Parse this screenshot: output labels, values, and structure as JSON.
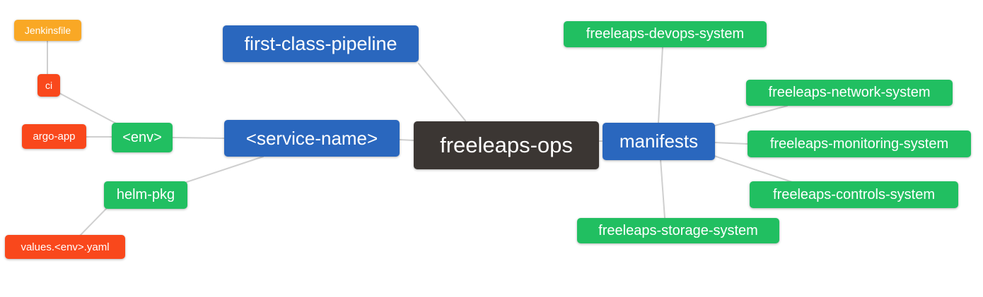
{
  "diagram": {
    "type": "mindmap",
    "root": "freeleaps-ops"
  },
  "palette": {
    "blue": "#2a67be",
    "green": "#21bf61",
    "orange": "#f9a825",
    "red": "#f9481c",
    "dark": "#3b3633",
    "edge": "#cfcfcf",
    "text": "#ffffff",
    "background": "#ffffff"
  },
  "nodes": {
    "jenkinsfile": {
      "label": "Jenkinsfile",
      "color": "orange"
    },
    "ci": {
      "label": "ci",
      "color": "red"
    },
    "argo_app": {
      "label": "argo-app",
      "color": "red"
    },
    "env": {
      "label": "<env>",
      "color": "green"
    },
    "service_name": {
      "label": "<service-name>",
      "color": "blue"
    },
    "helm_pkg": {
      "label": "helm-pkg",
      "color": "green"
    },
    "values_env_yaml": {
      "label": "values.<env>.yaml",
      "color": "red"
    },
    "first_class_pipeline": {
      "label": "first-class-pipeline",
      "color": "blue"
    },
    "freeleaps_ops": {
      "label": "freeleaps-ops",
      "color": "dark"
    },
    "manifests": {
      "label": "manifests",
      "color": "blue"
    },
    "freeleaps_devops_system": {
      "label": "freeleaps-devops-system",
      "color": "green"
    },
    "freeleaps_network_system": {
      "label": "freeleaps-network-system",
      "color": "green"
    },
    "freeleaps_monitoring_system": {
      "label": "freeleaps-monitoring-system",
      "color": "green"
    },
    "freeleaps_controls_system": {
      "label": "freeleaps-controls-system",
      "color": "green"
    },
    "freeleaps_storage_system": {
      "label": "freeleaps-storage-system",
      "color": "green"
    }
  },
  "edges": [
    {
      "from": "Jenkinsfile",
      "to": "ci"
    },
    {
      "from": "ci",
      "to": "<env>"
    },
    {
      "from": "argo-app",
      "to": "<env>"
    },
    {
      "from": "<env>",
      "to": "<service-name>"
    },
    {
      "from": "helm-pkg",
      "to": "<service-name>"
    },
    {
      "from": "values.<env>.yaml",
      "to": "helm-pkg"
    },
    {
      "from": "first-class-pipeline",
      "to": "freeleaps-ops"
    },
    {
      "from": "<service-name>",
      "to": "freeleaps-ops"
    },
    {
      "from": "freeleaps-ops",
      "to": "manifests"
    },
    {
      "from": "manifests",
      "to": "freeleaps-devops-system"
    },
    {
      "from": "manifests",
      "to": "freeleaps-network-system"
    },
    {
      "from": "manifests",
      "to": "freeleaps-monitoring-system"
    },
    {
      "from": "manifests",
      "to": "freeleaps-controls-system"
    },
    {
      "from": "manifests",
      "to": "freeleaps-storage-system"
    }
  ]
}
